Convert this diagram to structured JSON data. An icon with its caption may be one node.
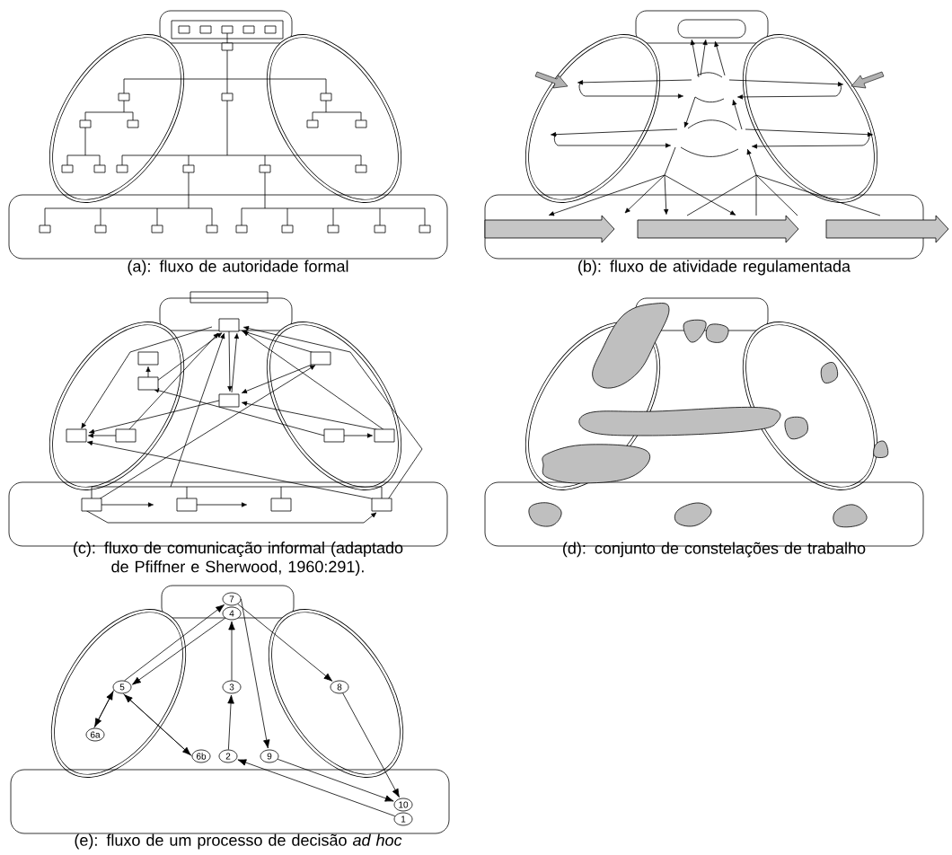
{
  "diagram": {
    "nodes": [
      {
        "text": [
          "7"
        ]
      },
      {
        "text": [
          "4"
        ]
      },
      {
        "text": [
          "5"
        ]
      },
      {
        "text": [
          "3"
        ]
      },
      {
        "text": [
          "8"
        ]
      },
      {
        "text": [
          "6a"
        ]
      },
      {
        "text": [
          "6b"
        ]
      },
      {
        "text": [
          "2"
        ]
      },
      {
        "text": [
          "9"
        ]
      },
      {
        "text": [
          "10"
        ]
      },
      {
        "text": [
          "1"
        ]
      }
    ],
    "edges": [
      {
        "from": 10,
        "to": 7,
        "arrow": "to"
      },
      {
        "from": 7,
        "to": 3,
        "arrow": "to"
      },
      {
        "from": 3,
        "to": 1,
        "arrow": "to"
      },
      {
        "from": 1,
        "to": 2,
        "arrow": "to"
      },
      {
        "from": 2,
        "to": 0,
        "arrow": "to"
      },
      {
        "from": 2,
        "to": 5,
        "arrow": "to"
      },
      {
        "from": 5,
        "to": 2,
        "arrow": "to"
      },
      {
        "from": 2,
        "to": 6,
        "arrow": "to"
      },
      {
        "from": 6,
        "to": 2,
        "arrow": "to"
      },
      {
        "from": 0,
        "to": 4,
        "arrow": "to"
      },
      {
        "from": 0,
        "to": 8,
        "arrow": "to"
      },
      {
        "from": 4,
        "to": 9,
        "arrow": "to"
      },
      {
        "from": 8,
        "to": 9,
        "arrow": "to"
      }
    ],
    "labels": [
      "(a): fluxo de autoridade formal",
      "(b): fluxo de atividade regulamentada",
      "(c): fluxo de comunicação informal (adaptado de Pfiffner e Sherwood, 1960:291).",
      "(d): conjunto de constelações de trabalho",
      "(e): fluxo de um processo de decisão *ad hoc*"
    ]
  }
}
